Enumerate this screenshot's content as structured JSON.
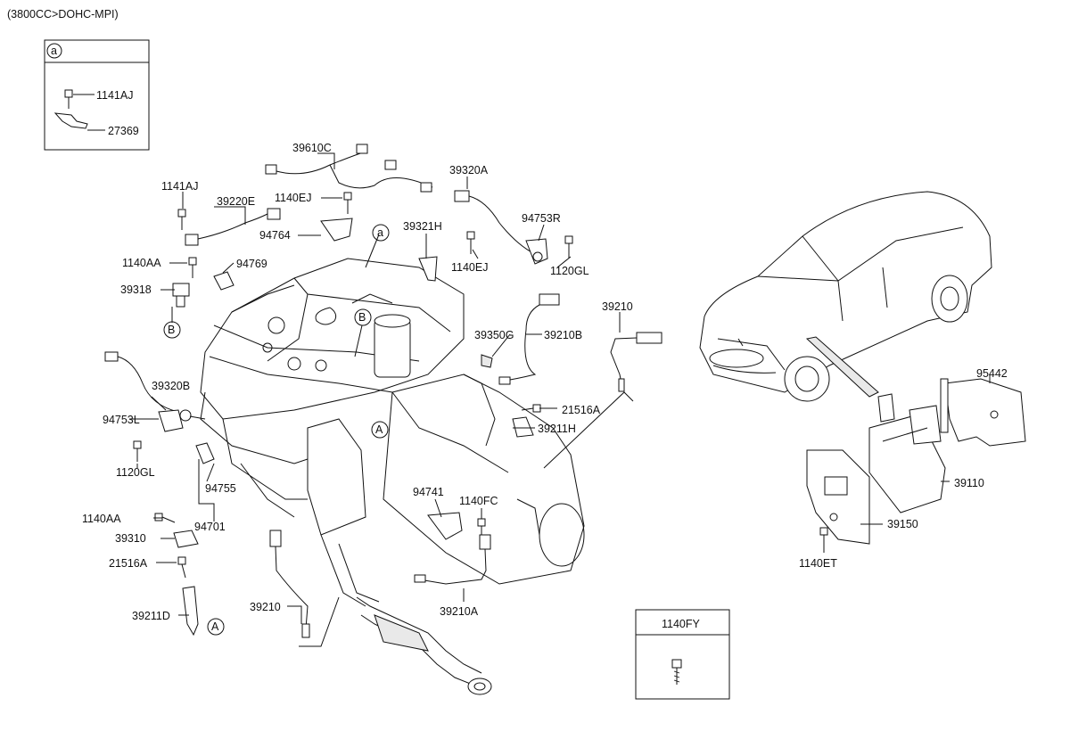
{
  "header": {
    "engine_spec": "(3800CC>DOHC-MPI)"
  },
  "inset_a": {
    "marker": "a",
    "labels": [
      "1141AJ",
      "27369"
    ]
  },
  "inset_fy": {
    "title": "1140FY"
  },
  "callouts": {
    "a": "a",
    "A": "A",
    "B": "B"
  },
  "parts": {
    "p39610C": "39610C",
    "p39320A": "39320A",
    "p1141AJ": "1141AJ",
    "p39220E": "39220E",
    "p1140EJ_top": "1140EJ",
    "p39321H": "39321H",
    "p94753R": "94753R",
    "p94764": "94764",
    "p1140EJ": "1140EJ",
    "p1120GL_r": "1120GL",
    "p1140AA_t": "1140AA",
    "p94769": "94769",
    "p39318": "39318",
    "p39210_r": "39210",
    "p39350G": "39350G",
    "p39210B": "39210B",
    "p39320B": "39320B",
    "p94753L": "94753L",
    "p1120GL_l": "1120GL",
    "p21516A_r": "21516A",
    "p39211H": "39211H",
    "p94755": "94755",
    "p94701": "94701",
    "p1140AA_b": "1140AA",
    "p39310": "39310",
    "p21516A_l": "21516A",
    "p39211D": "39211D",
    "p39210_l": "39210",
    "p94741": "94741",
    "p1140FC": "1140FC",
    "p39210A": "39210A",
    "p95442": "95442",
    "p39110": "39110",
    "p39150": "39150",
    "p1140ET": "1140ET"
  }
}
